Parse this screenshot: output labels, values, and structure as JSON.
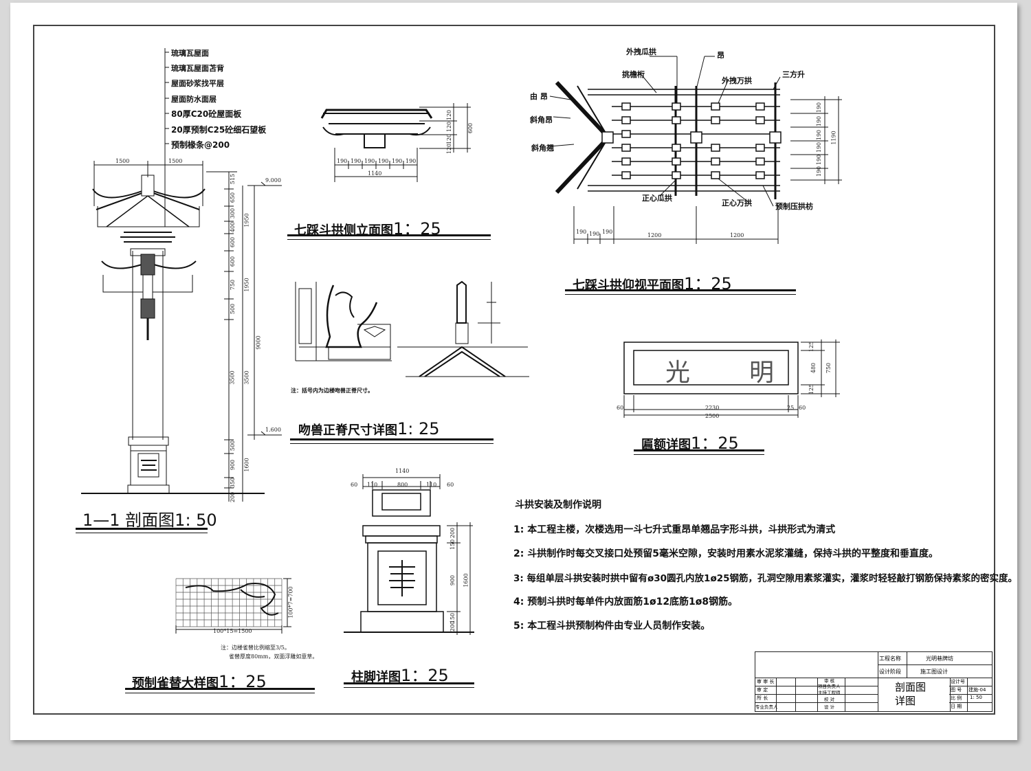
{
  "section_1_1": {
    "title": "1—1 剖面图",
    "scale": "1: 50",
    "layer_notes": [
      "琉璃瓦屋面",
      "琉璃瓦屋面苫背",
      "屋面砂浆找平层",
      "屋面防水面层",
      "80厚C20砼屋面板",
      "20厚预制C25砼细石望板",
      "预制椽条@200"
    ],
    "top_dims": [
      "1500",
      "1500"
    ],
    "elevations": [
      "9.000",
      "1.600"
    ],
    "right_dims_1": [
      "515",
      "650",
      "300",
      "400",
      "600",
      "600",
      "750",
      "500",
      "3500",
      "500",
      "900",
      "350",
      "200"
    ],
    "right_dims_2": [
      "1950",
      "1950",
      "9000",
      "3500",
      "1600"
    ]
  },
  "bracket_side": {
    "title": "七踩斗拱侧立面图",
    "scale": "1：25",
    "bottom_dims": [
      "190",
      "190",
      "190",
      "190",
      "190",
      "190"
    ],
    "total": "1140",
    "right_dims": [
      "120",
      "120",
      "120",
      "120",
      "600"
    ]
  },
  "bracket_plan": {
    "title": "七踩斗拱仰视平面图",
    "scale": "1：25",
    "labels": [
      "外拽瓜拱",
      "昂",
      "挑檐桁",
      "外拽万拱",
      "三方升",
      "由 昂",
      "斜角昂",
      "斜角翘",
      "正心瓜拱",
      "正心万拱",
      "预制压拱枋"
    ],
    "bottom_dims": [
      "190",
      "190",
      "190",
      "1200",
      "1200"
    ],
    "right_dims": [
      "190",
      "190",
      "190",
      "190",
      "190",
      "190",
      "1190"
    ]
  },
  "ridge_beast": {
    "title": "吻兽正脊尺寸详图",
    "scale": "1: 25",
    "note": "注：括号内为边楼吻兽正脊尺寸。"
  },
  "plaque": {
    "title": "匾额详图",
    "scale": "1：25",
    "chars": [
      "光",
      "明"
    ],
    "dims_bottom": [
      "60",
      "2230",
      "2500",
      "25",
      "60"
    ],
    "dims_right": [
      "125",
      "480",
      "125",
      "750"
    ]
  },
  "bracket_notes": {
    "heading": "斗拱安装及制作说明",
    "items": [
      "1: 本工程主楼，次楼选用一斗七升式重昂单翘品字形斗拱，斗拱形式为清式",
      "2: 斗拱制作时每交叉接口处预留5毫米空隙，安装时用素水泥浆灌缝，保持斗拱的平整度和垂直度。",
      "3: 每组单层斗拱安装时拱中留有ø30圆孔内放1ø25钢筋，孔洞空隙用素浆灌实，灌浆时轻轻敲打钢筋保持素浆的密实度。",
      "4: 预制斗拱时每单件内放面筋1ø12底筋1ø8钢筋。",
      "5: 本工程斗拱预制构件由专业人员制作安装。"
    ]
  },
  "lattice": {
    "title": "预制雀替大样图",
    "scale": "1：25",
    "dim_bottom": "100*15=1500",
    "dim_right": "100*7=700",
    "note_1": "注：边楼雀替比例缩至3/5。",
    "note_2": "雀替厚度80mm，双面浮雕如意草。"
  },
  "column_base": {
    "title": "柱脚详图",
    "scale": "1：25",
    "top_dims": [
      "1140",
      "60",
      "110",
      "800",
      "110",
      "60"
    ],
    "right_dims": [
      "200",
      "150",
      "900",
      "1600",
      "150",
      "200"
    ]
  },
  "title_block": {
    "project_name_label": "工程名称",
    "project_name": "光明巷牌坊",
    "design_stage_label": "设计阶段",
    "design_stage": "施工图设计",
    "drawing_name_1": "剖面图",
    "drawing_name_2": "详图",
    "left_rows": [
      "审 审 长",
      "审 定",
      "所 长",
      "专业负责人"
    ],
    "mid_rows": [
      "审 核",
      "项目负责人",
      "主持工程师",
      "校 对",
      "设 计"
    ],
    "right_labels": [
      "设计号",
      "图 号",
      "比 例",
      "日 期"
    ],
    "drawing_no": "建施-04",
    "scale": "1: 50"
  }
}
